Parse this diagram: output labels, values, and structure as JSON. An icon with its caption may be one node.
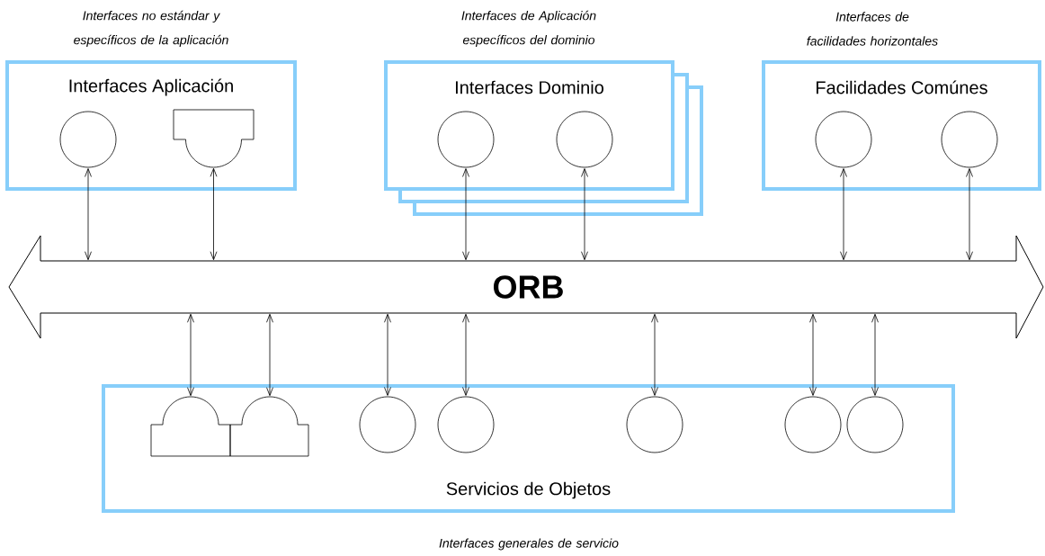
{
  "diagram": {
    "nodes": [
      {
        "text": [
          "Interfaces Aplicación"
        ],
        "beside": [
          "Interfaces no estándar y específicos de la aplicación"
        ]
      },
      {
        "text": [],
        "shape": "circle",
        "in": 0
      },
      {
        "text": [],
        "shape": "plug",
        "in": 0
      },
      {
        "text": [
          "Interfaces Dominio"
        ],
        "beside": [
          "Interfaces de Aplicación específicos del dominio"
        ]
      },
      {
        "text": [],
        "shape": "circle",
        "in": 3
      },
      {
        "text": [],
        "shape": "circle",
        "in": 3
      },
      {
        "text": [
          "Facilidades Comúnes"
        ],
        "beside": [
          "Interfaces de facilidades horizontales"
        ]
      },
      {
        "text": [],
        "shape": "circle",
        "in": 6
      },
      {
        "text": [],
        "shape": "circle",
        "in": 6
      },
      {
        "text": [
          "ORB"
        ]
      },
      {
        "text": [
          "Servicios de Objetos"
        ],
        "beside": [
          "Interfaces generales de servicio"
        ]
      },
      {
        "text": [],
        "shape": "plug",
        "in": 10
      },
      {
        "text": [],
        "shape": "plug",
        "in": 10
      },
      {
        "text": [],
        "shape": "circle",
        "in": 10
      },
      {
        "text": [],
        "shape": "circle",
        "in": 10
      },
      {
        "text": [],
        "shape": "circle",
        "in": 10
      },
      {
        "text": [],
        "shape": "circle",
        "in": 10
      },
      {
        "text": [],
        "shape": "circle",
        "in": 10
      }
    ],
    "edges": [
      {
        "from": 1,
        "to": 9,
        "arrow": "both"
      },
      {
        "from": 2,
        "to": 9,
        "arrow": "both"
      },
      {
        "from": 4,
        "to": 9,
        "arrow": "both"
      },
      {
        "from": 5,
        "to": 9,
        "arrow": "both"
      },
      {
        "from": 7,
        "to": 9,
        "arrow": "both"
      },
      {
        "from": 8,
        "to": 9,
        "arrow": "both"
      },
      {
        "from": 9,
        "to": 11,
        "arrow": "both"
      },
      {
        "from": 9,
        "to": 12,
        "arrow": "both"
      },
      {
        "from": 9,
        "to": 13,
        "arrow": "both"
      },
      {
        "from": 9,
        "to": 14,
        "arrow": "both"
      },
      {
        "from": 9,
        "to": 15,
        "arrow": "both"
      },
      {
        "from": 9,
        "to": 16,
        "arrow": "both"
      },
      {
        "from": 9,
        "to": 17,
        "arrow": "both"
      }
    ]
  }
}
